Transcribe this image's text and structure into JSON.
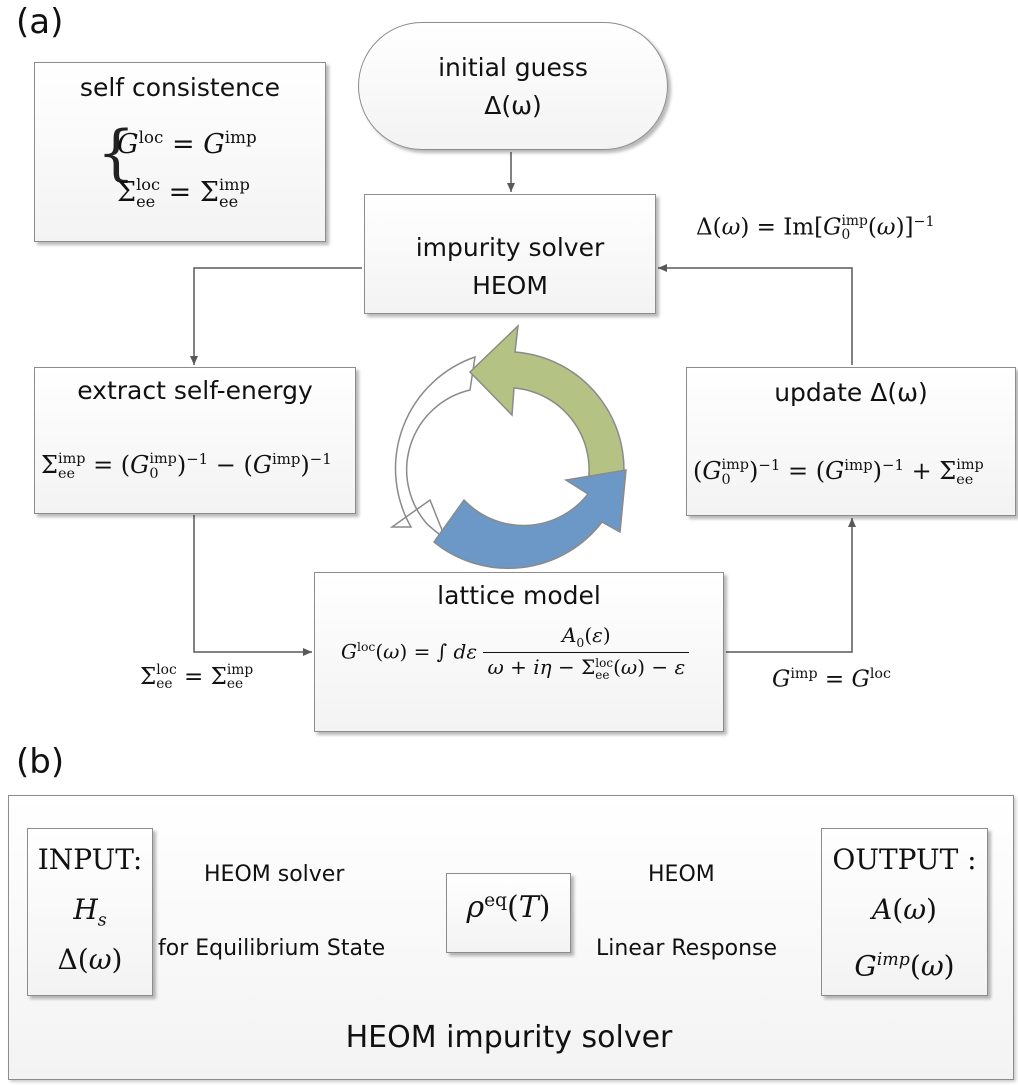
{
  "panel_a": {
    "label": "(a)",
    "initial": {
      "title": "initial guess",
      "sub": "Δ(ω)"
    },
    "self_consistence": {
      "title": "self consistence"
    },
    "impurity": {
      "title": "impurity solver",
      "sub": "HEOM"
    },
    "extract": {
      "title": "extract self-energy"
    },
    "update": {
      "title": "update Δ(ω)"
    },
    "lattice": {
      "title": "lattice model"
    }
  },
  "panel_b": {
    "label": "(b)",
    "input": {
      "title": "INPUT:"
    },
    "solver": {
      "line1": "HEOM solver",
      "line2": "for Equilibrium State"
    },
    "response": {
      "line1": "HEOM",
      "line2": "Linear Response"
    },
    "output": {
      "title": "OUTPUT :"
    },
    "caption": "HEOM impurity solver"
  },
  "colors": {
    "cycle_green": "#b4c383",
    "cycle_blue": "#6b98c6",
    "cycle_white": "#ffffff",
    "border": "#8c8c8c",
    "arrow": "#595959"
  }
}
